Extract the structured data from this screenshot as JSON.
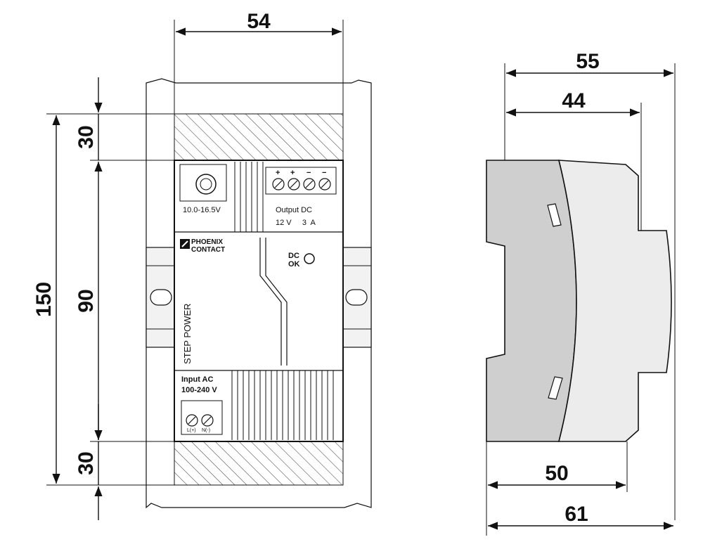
{
  "dimensions": {
    "front_width": "54",
    "front_height_total": "150",
    "front_height_body": "90",
    "top_clearance": "30",
    "bottom_clearance": "30",
    "side_depth_top_outer": "55",
    "side_depth_top_inner": "44",
    "side_depth_bottom_inner": "50",
    "side_depth_bottom_outer": "61"
  },
  "device": {
    "adjust_range": "10.0-16.5V",
    "terminal_polarity": [
      "+",
      "+",
      "−",
      "−"
    ],
    "output_label": "Output  DC",
    "output_rating": "12 V     3  A",
    "brand_line1": "PHOENIX",
    "brand_line2": "CONTACT",
    "status_line1": "DC",
    "status_line2": "OK",
    "product_name": "STEP POWER",
    "input_label": "Input AC",
    "input_range": "100-240 V",
    "input_terminal_l": "L(+)",
    "input_terminal_n": "N(-)"
  },
  "colors": {
    "line": "#111111",
    "side_dark": "#cfcfcf",
    "side_light": "#ececec",
    "rail": "#f2f2f2"
  }
}
